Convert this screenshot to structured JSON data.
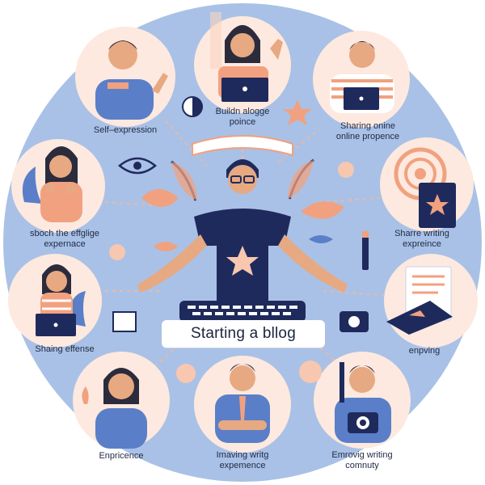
{
  "center": {
    "title": "Starting a bllog"
  },
  "labels": {
    "top_left": "Self–expression",
    "top_center": [
      "Buildn alogge",
      "poince"
    ],
    "top_right": [
      "Sharing onine",
      "online propence"
    ],
    "mid_left": [
      "sboch the effglige",
      "expernace"
    ],
    "mid_right": [
      "Sharre writing",
      "expreince"
    ],
    "lower_left": "Shaing effense",
    "lower_right": "enpving",
    "bottom_left": "Enpricence",
    "bottom_center": [
      "Imaving writg",
      "expemence"
    ],
    "bottom_right": [
      "Emrovig writing",
      "comnuty"
    ]
  },
  "colors": {
    "background_circle": "#a9c1e6",
    "person_circle": "#fde9df",
    "navy": "#1f2a5c",
    "peach": "#f1a17f",
    "skin": "#e7a982"
  },
  "icons": [
    "laptop-icon",
    "star-icon",
    "eye-icon",
    "feather-icon",
    "leaf-icon",
    "coin-icon",
    "camera-icon",
    "pencil-icon",
    "book-icon",
    "document-icon",
    "keyboard-icon"
  ]
}
